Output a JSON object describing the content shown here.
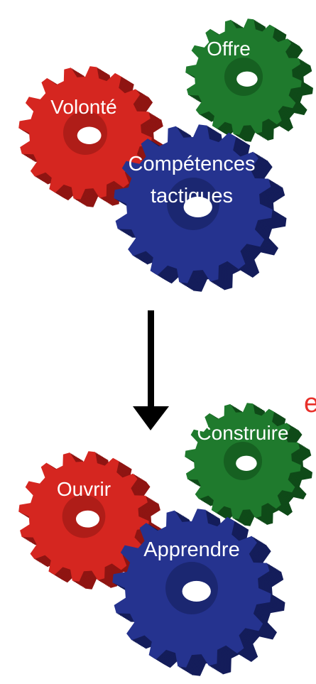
{
  "colors": {
    "red": "#d52620",
    "red_dark": "#8f1512",
    "green": "#1f7a2d",
    "green_dark": "#0f4a18",
    "blue": "#25338f",
    "blue_dark": "#141d5a",
    "arrow": "#000000",
    "side_text": "#e8302a"
  },
  "top_group": {
    "gears": [
      {
        "label": "Offre",
        "color": "green"
      },
      {
        "label": "Volonté",
        "color": "red"
      },
      {
        "label_line1": "Compétences",
        "label_line2": "tactiques",
        "color": "blue"
      }
    ]
  },
  "bottom_group": {
    "gears": [
      {
        "label": "Construire",
        "color": "green"
      },
      {
        "label": "Ouvrir",
        "color": "red"
      },
      {
        "label": "Apprendre",
        "color": "blue"
      }
    ]
  },
  "side_fragment": "e",
  "arrow_direction": "down"
}
